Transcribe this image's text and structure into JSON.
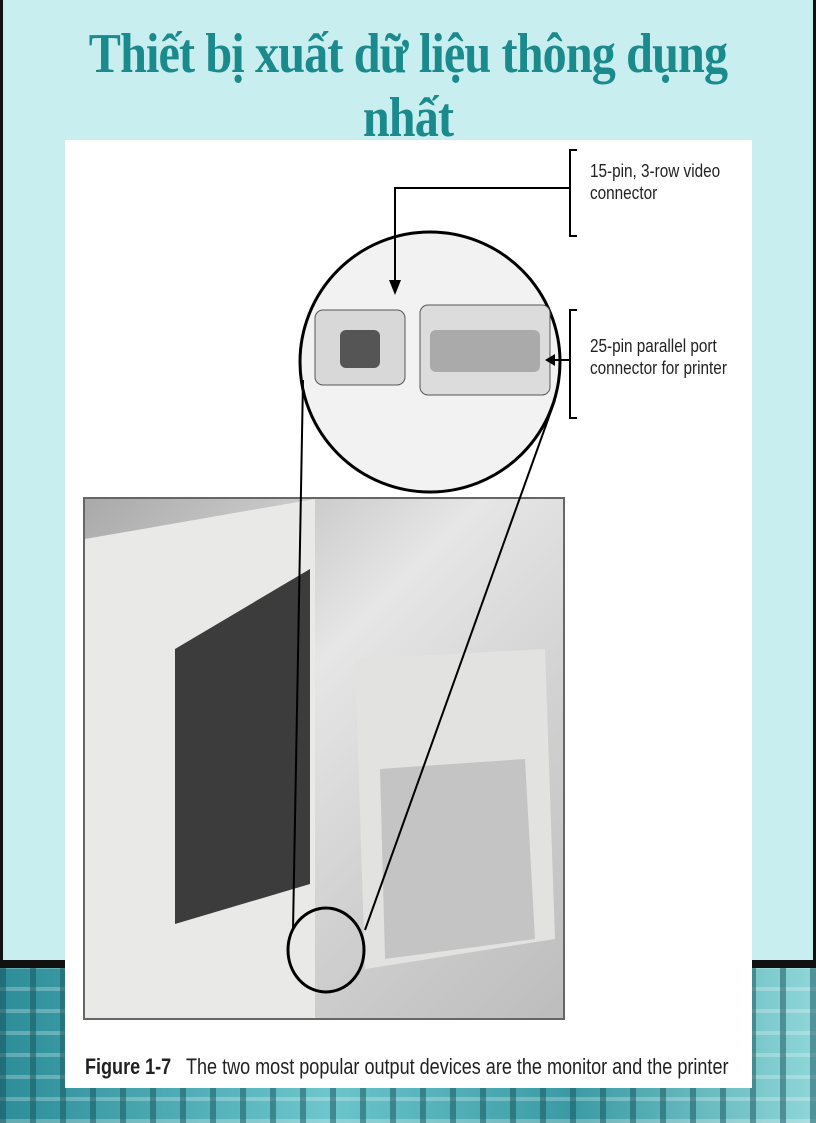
{
  "slide": {
    "title": "Thiết bị xuất dữ liệu thông dụng nhất"
  },
  "figure": {
    "callouts": [
      {
        "line1": "15-pin, 3-row video",
        "line2": "connector"
      },
      {
        "line1": "25-pin parallel port",
        "line2": "connector for printer"
      }
    ],
    "caption_label": "Figure 1-7",
    "caption_text": "The two most popular output devices are the monitor and the printer"
  },
  "colors": {
    "title": "#1b8a8c",
    "background": "#c9eef0"
  }
}
